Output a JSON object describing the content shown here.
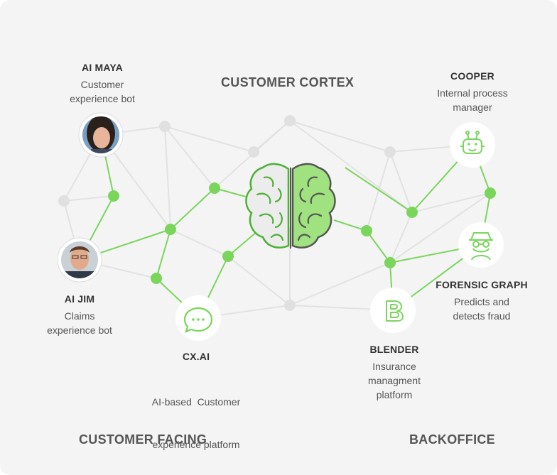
{
  "sections": {
    "cortex": "CUSTOMER CORTEX",
    "facing": "CUSTOMER FACING",
    "backoffice": "BACKOFFICE"
  },
  "nodes": {
    "maya": {
      "name": "AI MAYA",
      "desc": [
        "Customer",
        "experience bot"
      ],
      "icon": "woman-avatar"
    },
    "jim": {
      "name": "AI JIM",
      "desc": [
        "Claims",
        "experience bot"
      ],
      "icon": "man-avatar"
    },
    "cxai": {
      "name": "CX.AI",
      "desc": [
        "AI-based  Customer",
        "experience platform"
      ],
      "icon": "chat-bubble-icon"
    },
    "cooper": {
      "name": "COOPER",
      "desc": [
        "Internal process",
        "manager"
      ],
      "icon": "robot-icon"
    },
    "forensic": {
      "name": "FORENSIC GRAPH",
      "desc": [
        "Predicts and",
        "detects fraud"
      ],
      "icon": "detective-icon"
    },
    "blender": {
      "name": "BLENDER",
      "desc": [
        "Insurance",
        "managment",
        "platform"
      ],
      "icon": "letter-b-icon"
    }
  },
  "colors": {
    "accent": "#79d65b",
    "accent_dark": "#4cb034",
    "gray_line": "#e2e2e2",
    "gray_dot": "#e0e0e0",
    "brain_left": "#ececec",
    "brain_right": "#9fe27f",
    "brain_outline": "#555555"
  }
}
